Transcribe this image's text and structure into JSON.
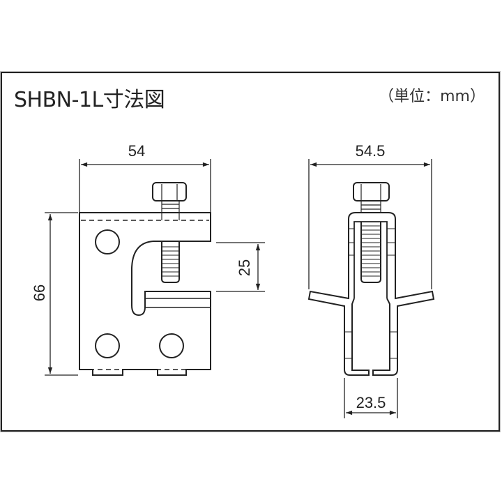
{
  "drawing": {
    "title": "SHBN-1L寸法図",
    "unit_label": "（単位：mm）",
    "line_color": "#222222",
    "front_view": {
      "dimensions": {
        "width": "54",
        "height": "66",
        "opening": "25"
      }
    },
    "side_view": {
      "dimensions": {
        "overall_width": "54.5",
        "base_width": "23.5"
      }
    }
  }
}
